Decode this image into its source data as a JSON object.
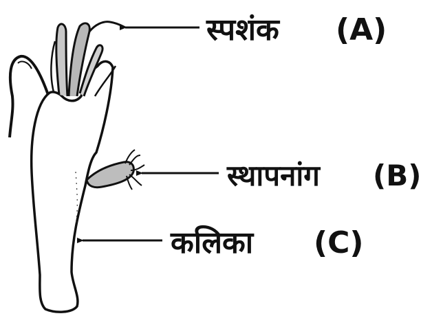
{
  "labels": {
    "a": {
      "text": "स्पशंक",
      "tag": "(A)"
    },
    "b": {
      "text": "स्थापनांग",
      "tag": "(B)"
    },
    "c": {
      "text": "कलिका",
      "tag": "(C)"
    }
  },
  "colors": {
    "ink": "#111111",
    "shade": "#b8b8b8",
    "background": "#ffffff"
  }
}
